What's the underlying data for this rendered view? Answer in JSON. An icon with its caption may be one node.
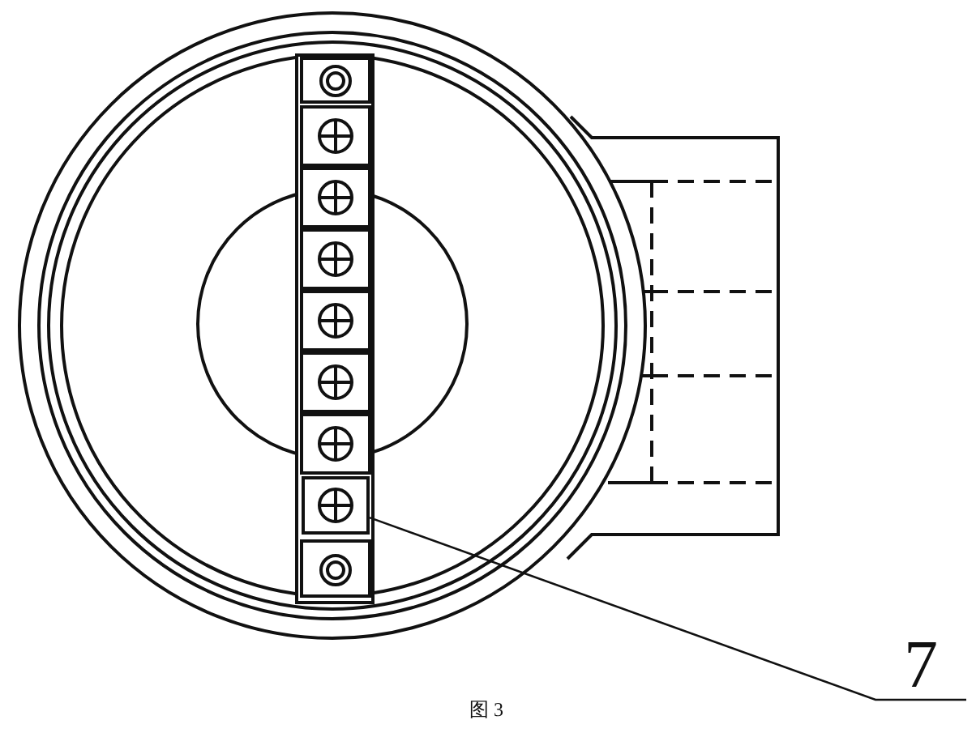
{
  "diagram": {
    "caption": "图 3",
    "nodes": [
      {
        "text": [
          "7"
        ]
      },
      {
        "text": [],
        "shape": "box"
      }
    ],
    "edges": [
      {
        "from": 1,
        "to": 0,
        "arrow": "none"
      }
    ]
  }
}
